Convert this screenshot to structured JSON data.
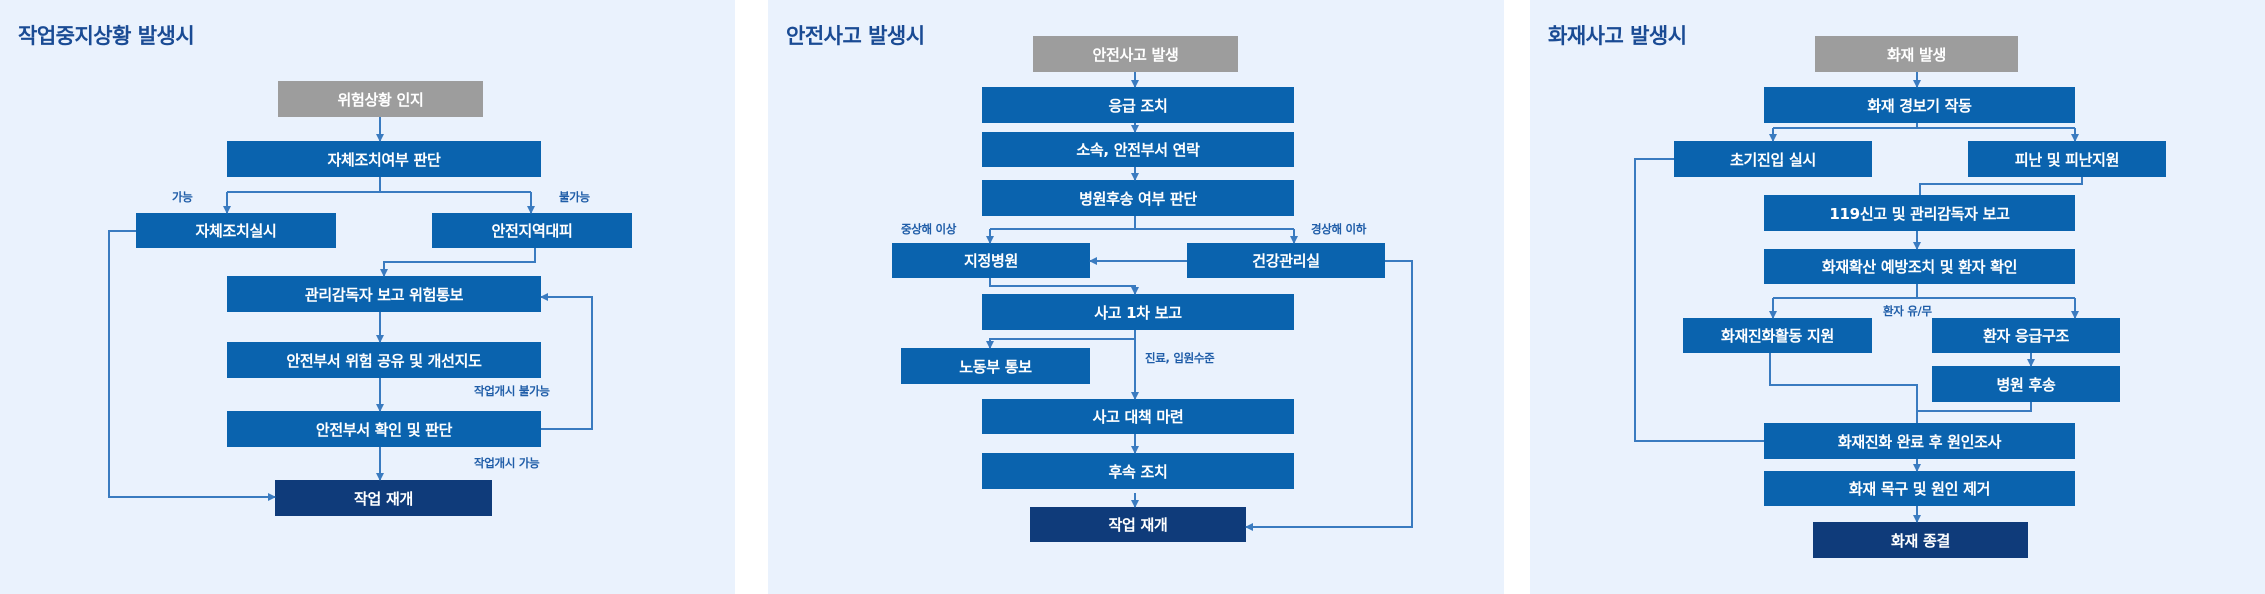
{
  "colors": {
    "panel_bg": "#eaf2fd",
    "box": "#0a63ae",
    "start": "#9d9d9d",
    "end": "#0f3b7a",
    "title": "#1a4b94",
    "line": "#3a7bc0"
  },
  "work_stop": {
    "title": "작업중지상황 발생시",
    "nodes": {
      "start": "위험상황 인지",
      "judge": "자체조치여부 판단",
      "self_action": "자체조치실시",
      "evacuate": "안전지역대피",
      "report": "관리감독자 보고 위험통보",
      "share": "안전부서 위험 공유 및 개선지도",
      "confirm": "안전부서 확인 및 판단",
      "resume": "작업 재개"
    },
    "labels": {
      "possible": "가능",
      "impossible": "불가능",
      "start_impossible": "작업개시 불가능",
      "start_possible": "작업개시 가능"
    }
  },
  "accident": {
    "title": "안전사고 발생시",
    "nodes": {
      "start": "안전사고 발생",
      "first_aid": "응급 조치",
      "contact": "소속, 안전부서 연락",
      "transfer_judge": "병원후송 여부 판단",
      "hospital": "지정병원",
      "health_room": "건강관리실",
      "first_report": "사고 1차 보고",
      "labor_notice": "노동부 통보",
      "countermeasure": "사고 대책 마련",
      "follow_up": "후속 조치",
      "resume": "작업 재개"
    },
    "labels": {
      "severe": "중상해 이상",
      "minor": "경상해 이하",
      "treatment": "진료, 입원수준"
    }
  },
  "fire": {
    "title": "화재사고 발생시",
    "nodes": {
      "start": "화재 발생",
      "alarm": "화재 경보기 작동",
      "initial": "초기진입 실시",
      "evacuate": "피난 및 피난지원",
      "report": "119신고 및 관리감독자 보고",
      "prevent": "화재확산 예방조치 및 환자 확인",
      "support": "화재진화활동 지원",
      "rescue": "환자 응급구조",
      "transfer": "병원 후송",
      "investigate": "화재진화 완료 후 원인조사",
      "remove": "화재 목구 및 원인 제거",
      "end": "화재 종결"
    },
    "labels": {
      "patient": "환자 유/무"
    }
  }
}
